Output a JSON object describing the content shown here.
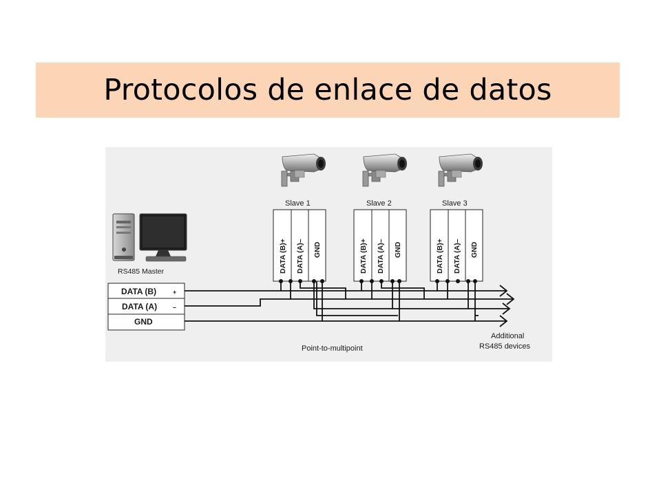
{
  "title": "Protocolos de enlace de datos",
  "diagram": {
    "master": {
      "caption": "RS485 Master",
      "terminals": [
        "DATA (B)",
        "DATA (A)",
        "GND"
      ],
      "terminal_signs": [
        "+",
        "–",
        ""
      ]
    },
    "slaves": [
      {
        "caption": "Slave 1"
      },
      {
        "caption": "Slave 2"
      },
      {
        "caption": "Slave 3"
      }
    ],
    "slave_terminals": [
      "DATA (B)+",
      "DATA (A)–",
      "GND"
    ],
    "bus_caption": "Point-to-multipoint",
    "additional_caption": [
      "Additional",
      "RS485 devices"
    ],
    "icons": [
      "computer-icon",
      "monitor-icon",
      "security-camera-icon"
    ],
    "colors": {
      "title_background": "#fbd5b5",
      "diagram_background": "#efefef",
      "wire": "#111111"
    }
  }
}
